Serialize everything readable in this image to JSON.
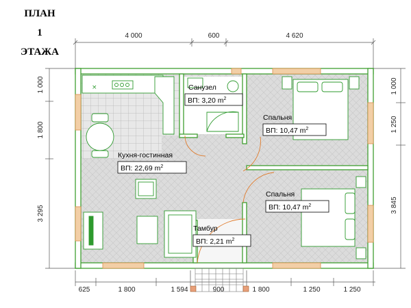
{
  "title": {
    "line1": "ПЛАН",
    "line2": "1",
    "line3": "ЭТАЖА"
  },
  "dimensions": {
    "top": [
      "4 000",
      "600",
      "4 620"
    ],
    "bottom": [
      "625",
      "1 800",
      "1 594",
      "900",
      "1 800",
      "1 250",
      "1 250"
    ],
    "left": [
      "1 000",
      "1 800",
      "3 295"
    ],
    "right": [
      "1 000",
      "1 250",
      "3 845"
    ]
  },
  "rooms": {
    "bathroom": {
      "name": "Санузел",
      "area_label": "ВП: 3,20 m",
      "unit_sup": "2"
    },
    "kitchen": {
      "name": "Кухня-гостинная",
      "area_label": "ВП:  22,69 m",
      "unit_sup": "2"
    },
    "bedroom_top": {
      "name": "Спальня",
      "area_label": "ВП: 10,47 m",
      "unit_sup": "2"
    },
    "bedroom_bottom": {
      "name": "Спальня",
      "area_label": "ВП: 10,47 m",
      "unit_sup": "2"
    },
    "vestibule": {
      "name": "Тамбур",
      "area_label": "ВП: 2,21 m",
      "unit_sup": "2"
    }
  },
  "colors": {
    "wall": "#4cae3c",
    "floor_tile": "#d9d9d9",
    "tile_line": "#ffffff",
    "window": "#f0c8a0",
    "door_arc": "#e07a2a",
    "furniture": "#2e9a2e",
    "dim_line": "#555555"
  }
}
